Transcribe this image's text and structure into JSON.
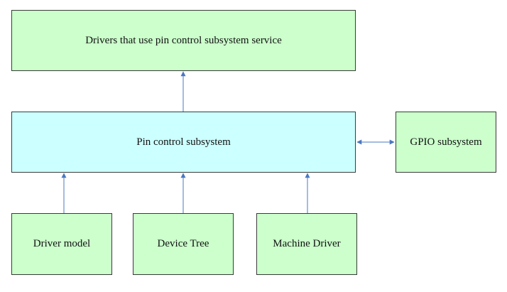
{
  "diagram": {
    "boxes": {
      "drivers": "Drivers that use pin control subsystem service",
      "pin_control": "Pin control subsystem",
      "gpio": "GPIO subsystem",
      "driver_model": "Driver model",
      "device_tree": "Device Tree",
      "machine_driver": "Machine Driver"
    },
    "colors": {
      "box_green": "#ccffcc",
      "box_cyan": "#ccffff",
      "border": "#3a3a3a",
      "arrow": "#4a78c0"
    }
  }
}
